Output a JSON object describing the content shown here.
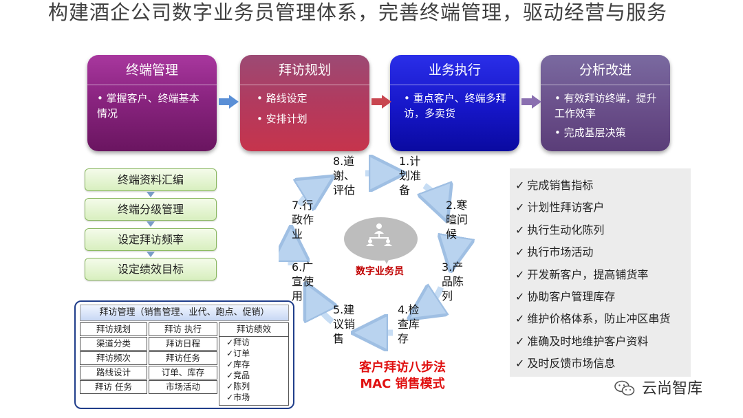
{
  "title": "构建酒企公司数字业务员管理体系，完善终端管理，驱动经营与服务",
  "stages": [
    {
      "title": "终端管理",
      "bullets": [
        "• 掌握客户、终端基本情况"
      ]
    },
    {
      "title": "拜访规划",
      "bullets": [
        "• 路线设定",
        "• 安排计划"
      ]
    },
    {
      "title": "业务执行",
      "bullets": [
        "• 重点客户、终端多拜访，多卖货"
      ]
    },
    {
      "title": "分析改进",
      "bullets": [
        "• 有效拜访终端，提升工作效率",
        "• 完成基层决策"
      ]
    }
  ],
  "colors": {
    "stage1": "#8a2480",
    "stage2": "#b23a5e",
    "stage3": "#1616c8",
    "stage4": "#6a4f8a",
    "cycle_arrow": "#c7ddf4",
    "method_text": "#e01010",
    "center_text": "#c00000"
  },
  "green_steps": [
    "终端资料汇编",
    "终端分级管理",
    "设定拜访频率",
    "设定绩效目标"
  ],
  "cycle": {
    "center_label": "数字业务员",
    "steps": [
      "1.计划准备",
      "2.寒暄问候",
      "3.产品陈列",
      "4.检查库存",
      "5.建议销售",
      "6.广宣使用",
      "7.行政作业",
      "8.道谢、评估"
    ]
  },
  "method": {
    "line1": "客户拜访八步法",
    "line2": "MAC 销售模式"
  },
  "checklist": [
    "完成销售指标",
    "计划性拜访客户",
    "执行生动化陈列",
    "执行市场活动",
    "开发新客户，提高铺货率",
    "协助客户管理库存",
    "维护价格体系，防止冲区串货",
    "准确及时地维护客户资料",
    "及时反馈市场信息"
  ],
  "management": {
    "header": "拜访管理（销售管理、业代、跑点、促销）",
    "col1": [
      "拜访规划",
      "渠道分类",
      "拜访频次",
      "路线设计",
      "拜访 任务"
    ],
    "col2": [
      "拜访 执行",
      "拜访日程",
      "拜访任务",
      "订单、库存",
      "市场活动"
    ],
    "col3_title": "拜访绩效",
    "col3_items": [
      "拜访",
      "订单",
      "库存",
      "竞品",
      "陈列",
      "市场"
    ]
  },
  "brand": "云尚智库",
  "icons": {
    "center": "people-network-icon",
    "brand": "wechat-icon"
  }
}
